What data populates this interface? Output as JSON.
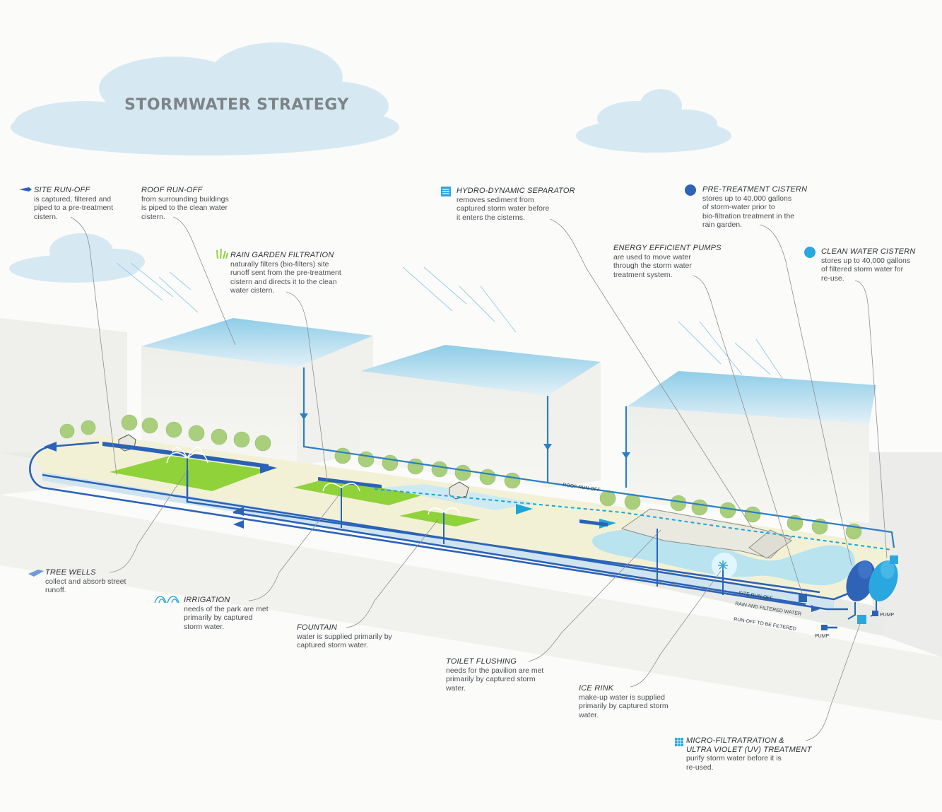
{
  "title": "STORMWATER STRATEGY",
  "annotations": [
    {
      "id": "site-runoff",
      "heading": "SITE RUN-OFF",
      "body": "is captured, filtered and\npiped to a pre-treatment\ncistern."
    },
    {
      "id": "roof-runoff",
      "heading": "ROOF RUN-OFF",
      "body": "from surrounding buildings\nis piped to the clean water\ncistern."
    },
    {
      "id": "rain-garden",
      "heading": "RAIN GARDEN FILTRATION",
      "body": "naturally filters (bio-filters) site\nrunoff sent from the pre-treatment\ncistern and directs it to the clean\nwater cistern."
    },
    {
      "id": "hydro-separator",
      "heading": "HYDRO-DYNAMIC SEPARATOR",
      "body": "removes sediment from\ncaptured storm water before\nit enters the cisterns."
    },
    {
      "id": "pumps",
      "heading": "ENERGY EFFICIENT PUMPS",
      "body": "are used to move water\nthrough the storm water\ntreatment system."
    },
    {
      "id": "pre-cistern",
      "heading": "PRE-TREATMENT CISTERN",
      "body": "stores up to 40,000 gallons\nof storm-water prior to\nbio-filtration treatment in the\nrain garden."
    },
    {
      "id": "clean-cistern",
      "heading": "CLEAN WATER CISTERN",
      "body": "stores up to 40,000 gallons\nof filtered storm water for\nre-use."
    },
    {
      "id": "tree-wells",
      "heading": "TREE WELLS",
      "body": "collect and absorb street\nrunoff."
    },
    {
      "id": "irrigation",
      "heading": "IRRIGATION",
      "body": "needs of the park are met\nprimarily by captured\nstorm water."
    },
    {
      "id": "fountain",
      "heading": "FOUNTAIN",
      "body": "water is supplied primarily by\ncaptured storm water."
    },
    {
      "id": "toilet",
      "heading": "TOILET FLUSHING",
      "body": "needs for the pavilion are met\nprimarily by captured storm\nwater."
    },
    {
      "id": "ice-rink",
      "heading": "ICE RINK",
      "body": "make-up water is supplied\nprimarily by captured storm\nwater."
    },
    {
      "id": "uv",
      "heading": "MICRO-FILTRATRATION &\nULTRA VIOLET (UV) TREATMENT",
      "body": "purify storm water before it is\nre-used."
    }
  ],
  "pipe_labels": {
    "roof_runoff": "ROOF RUN-OFF",
    "site_runoff": "SITE RUN-OFF",
    "rain_filtered": "RAIN AND FILTERED WATER",
    "runoff_filtered": "RUN-OFF TO BE FILTERED",
    "pump1": "PUMP",
    "pump2": "PUMP"
  },
  "colors": {
    "pipe": "#2b62b8",
    "clean": "#1aa6d8",
    "grass": "#8fd23a",
    "cloud": "#d6e9f3",
    "roof": "#a6d7ec",
    "pre_cistern": "#2f63b8",
    "clean_cistern": "#2aa7df"
  }
}
